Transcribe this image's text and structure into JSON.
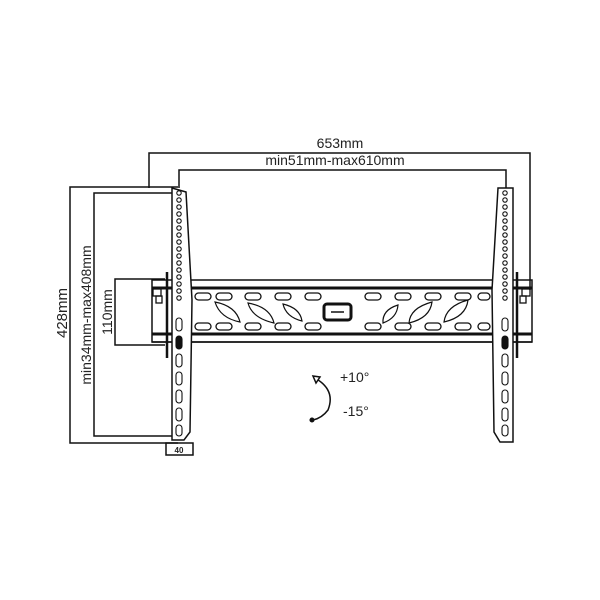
{
  "diagram": {
    "subject": "TV wall mount bracket (tilt)",
    "dimensions": {
      "overall_width": "653mm",
      "vesa_horizontal": "min51mm-max610mm",
      "overall_height": "428mm",
      "vesa_vertical": "min34mm-max408mm",
      "wall_plate_height": "110mm",
      "depth": "40"
    },
    "tilt": {
      "up": "+10°",
      "down": "-15°"
    },
    "colors": {
      "line": "#111111",
      "background": "#ffffff"
    }
  }
}
